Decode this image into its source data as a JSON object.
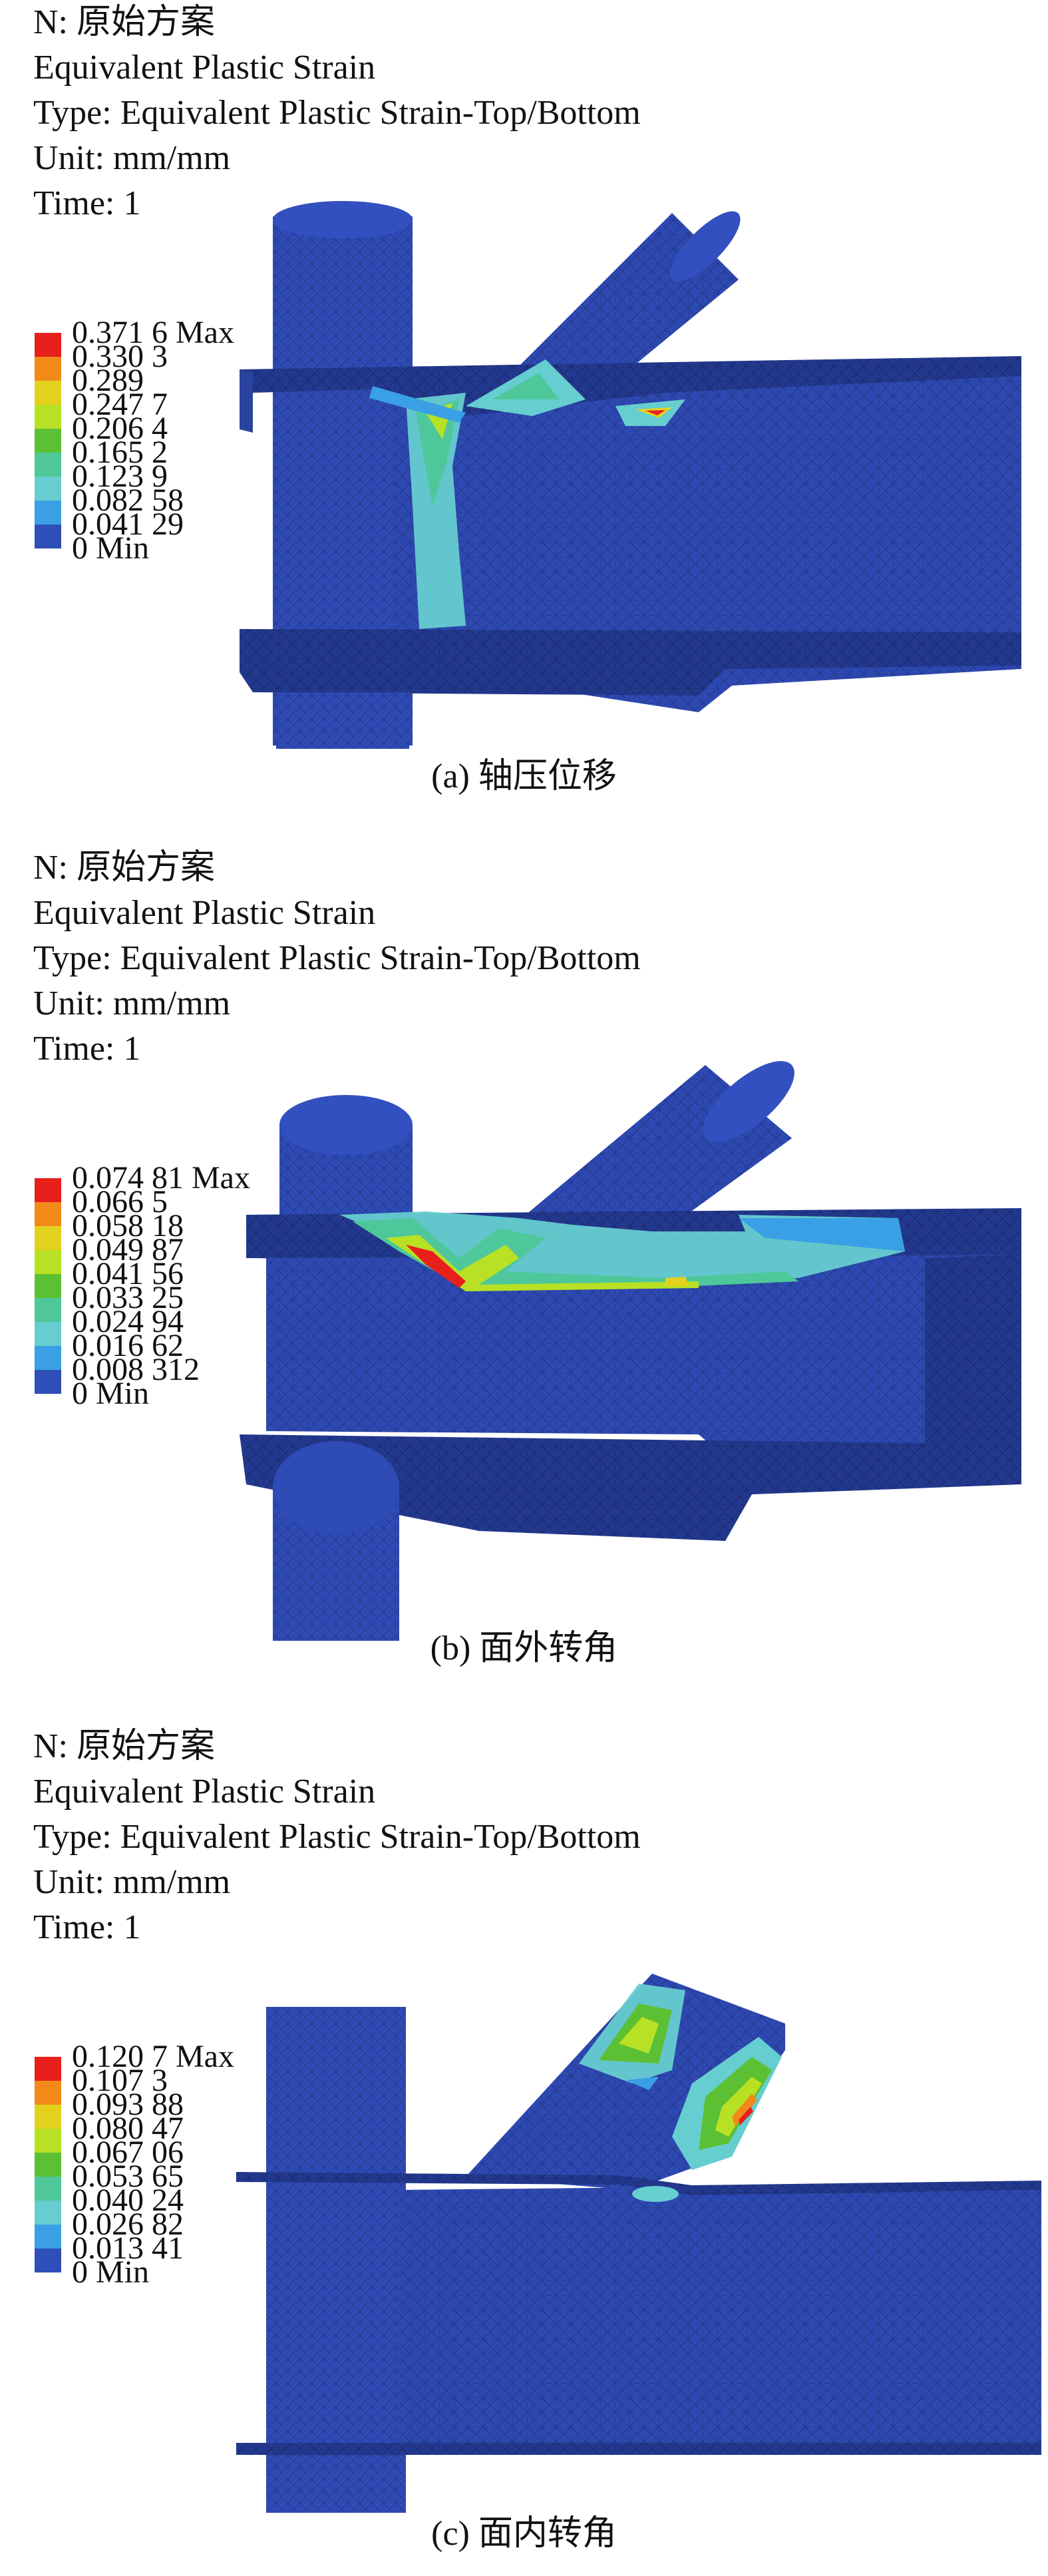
{
  "legend_colors": [
    "#e8201c",
    "#f28a1a",
    "#e2d21e",
    "#b8e024",
    "#5cc034",
    "#4ec89a",
    "#66cdd0",
    "#3aa0e6",
    "#2e4fb8"
  ],
  "colors": {
    "mesh": "#2e49b2",
    "mesh_dark": "#23398f",
    "grid": "#1a2c70"
  },
  "panels": [
    {
      "header": {
        "line1": "N: 原始方案",
        "line2": "Equivalent Plastic Strain",
        "line3": "Type: Equivalent Plastic Strain-Top/Bottom",
        "line4": "Unit: mm/mm",
        "line5": "Time: 1"
      },
      "legend": [
        "0.371 6 Max",
        "0.330 3",
        "0.289",
        "0.247 7",
        "0.206 4",
        "0.165 2",
        "0.123 9",
        "0.082 58",
        "0.041 29",
        "0 Min"
      ],
      "caption": "(a) 轴压位移"
    },
    {
      "header": {
        "line1": "N: 原始方案",
        "line2": "Equivalent Plastic Strain",
        "line3": "Type: Equivalent Plastic Strain-Top/Bottom",
        "line4": "Unit: mm/mm",
        "line5": "Time: 1"
      },
      "legend": [
        "0.074 81 Max",
        "0.066 5",
        "0.058 18",
        "0.049 87",
        "0.041 56",
        "0.033 25",
        "0.024 94",
        "0.016 62",
        "0.008 312",
        "0 Min"
      ],
      "caption": "(b) 面外转角"
    },
    {
      "header": {
        "line1": "N: 原始方案",
        "line2": "Equivalent Plastic Strain",
        "line3": "Type: Equivalent Plastic Strain-Top/Bottom",
        "line4": "Unit: mm/mm",
        "line5": "Time: 1"
      },
      "legend": [
        "0.120 7 Max",
        "0.107 3",
        "0.093 88",
        "0.080 47",
        "0.067 06",
        "0.053 65",
        "0.040 24",
        "0.026 82",
        "0.013 41",
        "0 Min"
      ],
      "caption": "(c) 面内转角"
    }
  ]
}
